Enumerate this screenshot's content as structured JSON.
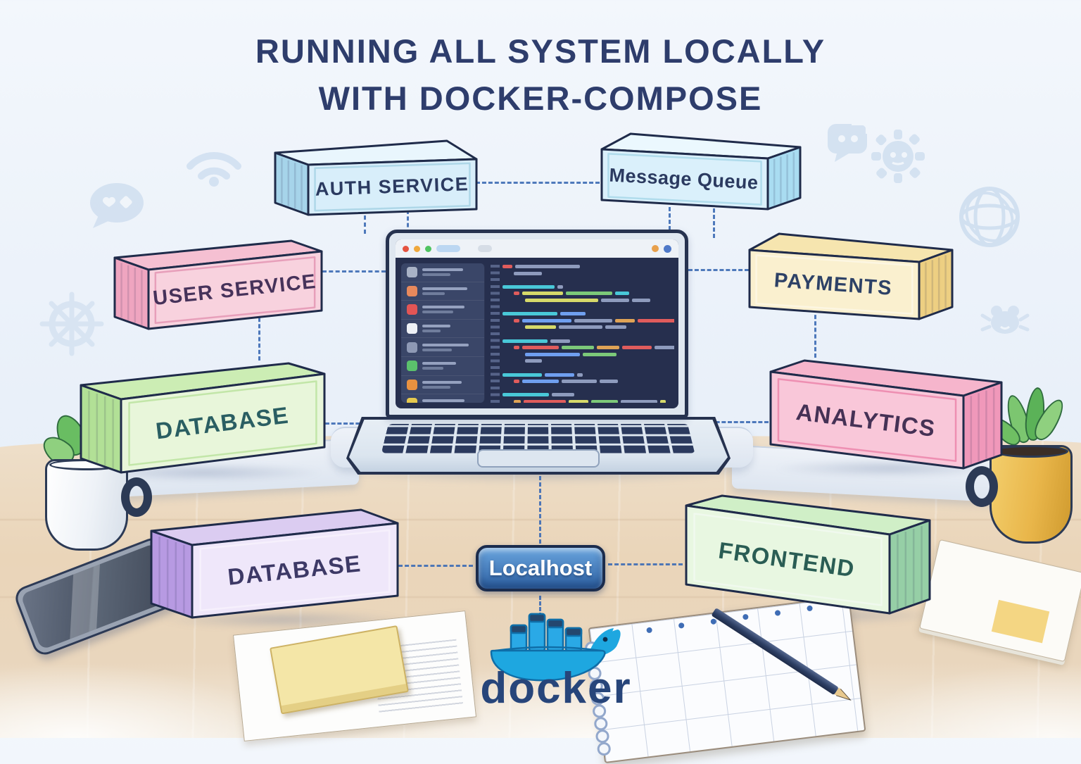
{
  "title": {
    "line1": "RUNNING ALL SYSTEM LOCALLY",
    "line2": "WITH DOCKER-COMPOSE"
  },
  "containers": {
    "auth_service": {
      "label": "AUTH SERVICE"
    },
    "message_queue": {
      "label": "Message Queue"
    },
    "user_service": {
      "label": "USER SERVICE"
    },
    "payments": {
      "label": "PAYMENTS"
    },
    "database_left": {
      "label": "DATABASE"
    },
    "analytics": {
      "label": "ANALYTICS"
    },
    "database_bottom": {
      "label": "DATABASE"
    },
    "frontend": {
      "label": "FRONTEND"
    }
  },
  "hub": {
    "label": "Localhost"
  },
  "docker": {
    "wordmark": "docker",
    "brand_color": "#1ea7e0"
  },
  "palette": {
    "title_text": "#2e3d6c",
    "outline": "#1f2b4a",
    "dash": "#3d6cb5",
    "hub_top": "#69a4dd",
    "hub_bottom": "#2e62a4",
    "hub_border": "#1b2c4d"
  },
  "box_colors": {
    "auth": {
      "face": "#d8eefa",
      "side": "#a6d4ea",
      "top": "#e9f6fd",
      "inner": "#aed7e8",
      "text": "#2b3a60"
    },
    "mq": {
      "face": "#daf0fb",
      "side": "#a9dcf1",
      "top": "#ebf8fe",
      "inner": "#b0dcec",
      "text": "#2b3a60"
    },
    "user": {
      "face": "#f8d2de",
      "side": "#efa5c0",
      "top": "#f5c0d2",
      "inner": "#e79fba",
      "text": "#46325a"
    },
    "pay": {
      "face": "#faf0cf",
      "side": "#edcf82",
      "top": "#f6e5af",
      "inner": "#fcf6e2",
      "text": "#2d4166"
    },
    "dbg": {
      "face": "#e8f6da",
      "side": "#b2e096",
      "top": "#ccedb4",
      "inner": "#c2e6a8",
      "text": "#2a5e62"
    },
    "ana": {
      "face": "#f9c7d9",
      "side": "#f098ba",
      "top": "#f6b5cc",
      "inner": "#ee8fb2",
      "text": "#453155"
    },
    "dbp": {
      "face": "#efe7fa",
      "side": "#b79ae2",
      "top": "#dbccf1",
      "inner": "#f6f0fc",
      "text": "#3d3966"
    },
    "fe": {
      "face": "#e8f7e1",
      "side": "#96cfa6",
      "top": "#d0efc7",
      "inner": "#f0f9ee",
      "text": "#2a5d54"
    }
  },
  "editor": {
    "colors": {
      "t": "#49c8d8",
      "y": "#d6d96a",
      "r": "#e05c5c",
      "g": "#7cc979",
      "b": "#6f9ff0",
      "w": "#8e9bbd",
      "o": "#dfa356",
      "p": "#b88ae0"
    },
    "sidebar_items": [
      {
        "color": "#a8b2c6",
        "w1": 58,
        "w2": 40
      },
      {
        "color": "#e8895c",
        "w1": 64,
        "w2": 32
      },
      {
        "color": "#e25555",
        "w1": 60,
        "w2": 44
      },
      {
        "color": "#eef1f6",
        "w1": 40,
        "w2": 26
      },
      {
        "color": "#8e99b5",
        "w1": 66,
        "w2": 42
      },
      {
        "color": "#5bc16c",
        "w1": 48,
        "w2": 30
      },
      {
        "color": "#e89140",
        "w1": 56,
        "w2": 40
      },
      {
        "color": "#e6c94e",
        "w1": 60,
        "w2": 34
      }
    ],
    "lines": [
      [
        0,
        [
          [
            "r",
            14
          ],
          [
            "w",
            92
          ]
        ]
      ],
      [
        1,
        [
          [
            "w",
            40
          ]
        ]
      ],
      [
        0,
        []
      ],
      [
        0,
        [
          [
            "t",
            74
          ],
          [
            "w",
            8
          ]
        ]
      ],
      [
        1,
        [
          [
            "r",
            8
          ],
          [
            "y",
            58
          ],
          [
            "g",
            66
          ],
          [
            "t",
            20
          ]
        ]
      ],
      [
        2,
        [
          [
            "y",
            104
          ],
          [
            "w",
            40
          ],
          [
            "w",
            26
          ]
        ]
      ],
      [
        0,
        []
      ],
      [
        0,
        [
          [
            "t",
            78
          ],
          [
            "b",
            36
          ]
        ]
      ],
      [
        1,
        [
          [
            "r",
            8
          ],
          [
            "b",
            70
          ],
          [
            "w",
            54
          ],
          [
            "o",
            28
          ],
          [
            "r",
            60
          ],
          [
            "w",
            18
          ]
        ]
      ],
      [
        2,
        [
          [
            "y",
            44
          ],
          [
            "w",
            62
          ],
          [
            "w",
            30
          ]
        ]
      ],
      [
        0,
        []
      ],
      [
        0,
        [
          [
            "t",
            64
          ],
          [
            "w",
            28
          ]
        ]
      ],
      [
        1,
        [
          [
            "r",
            8
          ],
          [
            "r",
            52
          ],
          [
            "g",
            46
          ],
          [
            "o",
            32
          ],
          [
            "r",
            42
          ],
          [
            "w",
            44
          ]
        ]
      ],
      [
        2,
        [
          [
            "b",
            78
          ],
          [
            "g",
            48
          ]
        ]
      ],
      [
        2,
        [
          [
            "w",
            24
          ]
        ]
      ],
      [
        0,
        []
      ],
      [
        0,
        [
          [
            "t",
            56
          ],
          [
            "b",
            42
          ],
          [
            "w",
            8
          ]
        ]
      ],
      [
        1,
        [
          [
            "r",
            8
          ],
          [
            "b",
            52
          ],
          [
            "w",
            50
          ],
          [
            "w",
            26
          ]
        ]
      ],
      [
        0,
        []
      ],
      [
        0,
        [
          [
            "t",
            66
          ],
          [
            "w",
            32
          ]
        ]
      ],
      [
        1,
        [
          [
            "o",
            10
          ],
          [
            "r",
            60
          ],
          [
            "y",
            28
          ],
          [
            "g",
            38
          ],
          [
            "w",
            52
          ],
          [
            "y",
            8
          ]
        ]
      ],
      [
        2,
        [
          [
            "b",
            74
          ],
          [
            "w",
            68
          ],
          [
            "o",
            34
          ],
          [
            "t",
            36
          ]
        ]
      ]
    ]
  },
  "background_icons": [
    "wifi-icon",
    "chat-bubble-icon",
    "ship-wheel-icon",
    "message-icon",
    "gear-icon",
    "globe-icon",
    "bug-icon"
  ]
}
